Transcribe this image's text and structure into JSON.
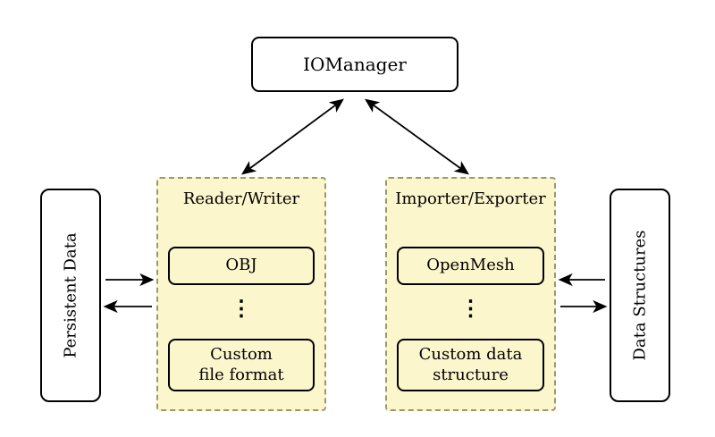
{
  "diagram": {
    "nodes": {
      "iomanager": {
        "label": "IOManager"
      },
      "persistent_data": {
        "label": "Persistent Data"
      },
      "data_structures": {
        "label": "Data Structures"
      },
      "reader_writer": {
        "title": "Reader/Writer",
        "items": [
          "OBJ",
          "Custom\nfile format"
        ],
        "ellipsis": "⋮"
      },
      "importer_exporter": {
        "title": "Importer/Exporter",
        "items": [
          "OpenMesh",
          "Custom data\nstructure"
        ],
        "ellipsis": "⋮"
      }
    },
    "colors": {
      "background": "#ffffff",
      "panel_fill": "#fcf6cd",
      "panel_border_dashed": "#99996b",
      "box_border": "#000000",
      "arrow": "#000000"
    }
  }
}
